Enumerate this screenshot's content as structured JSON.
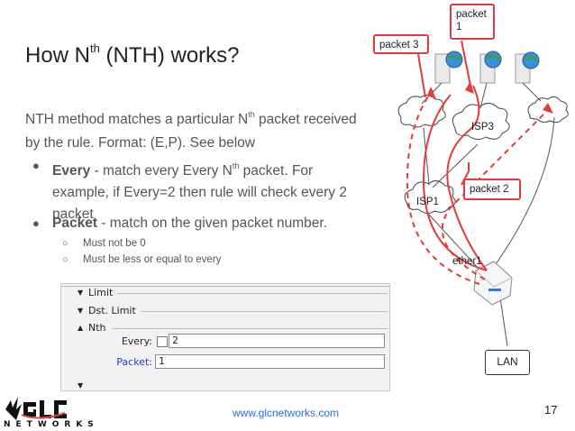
{
  "slide": {
    "title_pre": "How N",
    "title_sup": "th",
    "title_post": " (NTH) works?",
    "para_pre": "NTH method matches a particular N",
    "para_sup": "th",
    "para_post": " packet received by the rule. Format: (E,P). See below",
    "bullets": [
      {
        "term": "Every",
        "pre": " - match every Every N",
        "sup": "th",
        "post": " packet. For example, if Every=2 then rule will check every 2 packet"
      },
      {
        "term": "Packet",
        "pre": " - match on the given packet number.",
        "sup": "",
        "post": ""
      }
    ],
    "sub_bullets": [
      "Must not be 0",
      "Must be less or equal to every"
    ],
    "bullet_marker": "●",
    "sub_marker": "○",
    "footer_link": "www.glcnetworks.com",
    "page_number": "17"
  },
  "panel": {
    "sections": [
      "Limit",
      "Dst. Limit",
      "Nth"
    ],
    "every_label": "Every:",
    "every_value": "2",
    "packet_label": "Packet:",
    "packet_value": "1",
    "label_color": "#1a3fd0"
  },
  "diagram": {
    "callout_packet1": "packet 1",
    "callout_packet2": "packet 2",
    "callout_packet3": "packet 3",
    "isp1": "ISP1",
    "isp3": "ISP3",
    "ether1": "ether1",
    "lan": "LAN",
    "accent_color": "#e33b3b"
  },
  "logo": {
    "text": "NETWORKS"
  }
}
